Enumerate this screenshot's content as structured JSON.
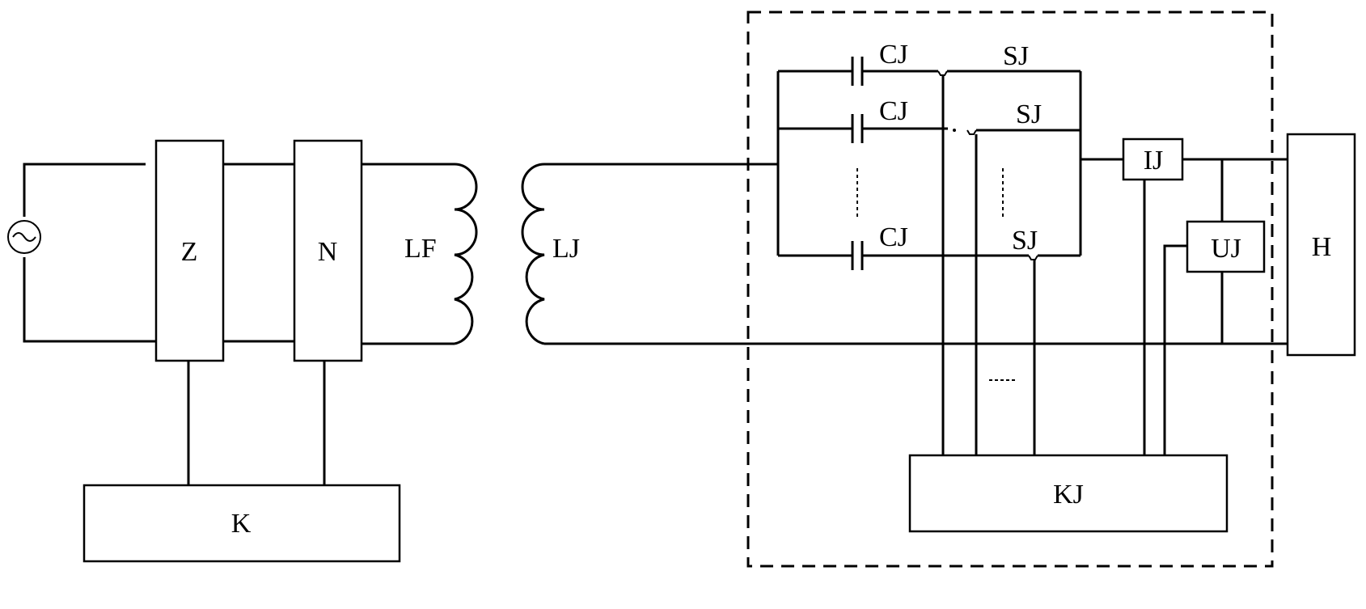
{
  "labels": {
    "z": "Z",
    "n": "N",
    "k": "K",
    "lf": "LF",
    "lj": "LJ",
    "cj_1": "CJ",
    "cj_2": "CJ",
    "cj_3": "CJ",
    "sj_1": "SJ",
    "sj_2": "SJ",
    "sj_3": "SJ",
    "ij": "IJ",
    "uj": "UJ",
    "h": "H",
    "kj": "KJ"
  }
}
